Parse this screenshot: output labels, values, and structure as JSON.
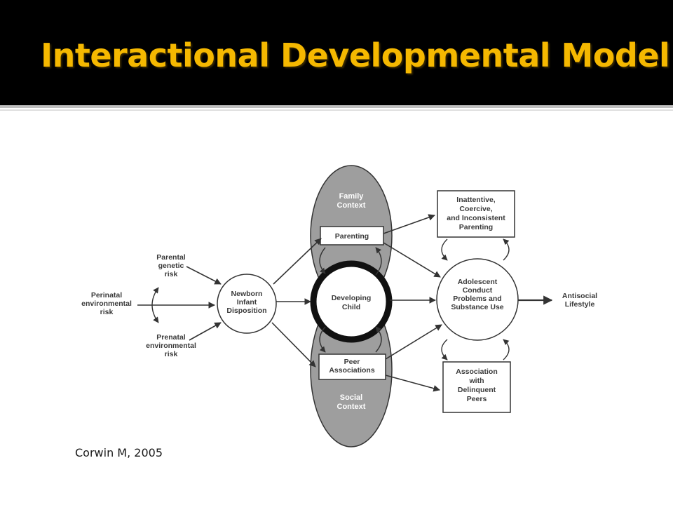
{
  "slide": {
    "title": "Interactional Developmental Model",
    "citation": "Corwin M, 2005"
  },
  "colors": {
    "title": "#f5b800",
    "title_bar": "#000000",
    "context_fill": "#9e9e9e",
    "ink": "#333333"
  },
  "diagram": {
    "risk_factors": {
      "perinatal": [
        "Perinatal",
        "environmental",
        "risk"
      ],
      "parental_genetic": [
        "Parental",
        "genetic",
        "risk"
      ],
      "prenatal": [
        "Prenatal",
        "environmental",
        "risk"
      ]
    },
    "newborn": [
      "Newborn",
      "Infant",
      "Disposition"
    ],
    "family_context": [
      "Family",
      "Context"
    ],
    "social_context": [
      "Social",
      "Context"
    ],
    "parenting": [
      "Parenting"
    ],
    "developing_child": [
      "Developing",
      "Child"
    ],
    "peer_associations": [
      "Peer",
      "Associations"
    ],
    "adolescent": [
      "Adolescent",
      "Conduct",
      "Problems and",
      "Substance Use"
    ],
    "antisocial": [
      "Antisocial",
      "Lifestyle"
    ],
    "inattentive": [
      "Inattentive,",
      "Coercive,",
      "and Inconsistent",
      "Parenting"
    ],
    "delinquent": [
      "Association",
      "with",
      "Delinquent",
      "Peers"
    ]
  }
}
